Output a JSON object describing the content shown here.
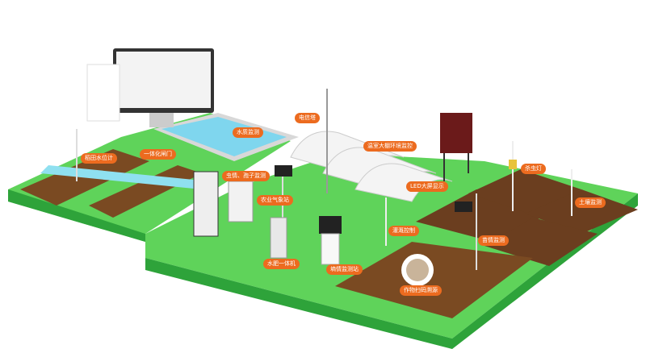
{
  "labels": {
    "paddy_water_level": "稻田水位计",
    "integrated_gate": "一体化闸门",
    "water_quality": "水质监测",
    "telecom_tower": "电信塔",
    "greenhouse_env": "温室大棚环境监控",
    "led_screen": "LED大屏显示",
    "pest_spore": "虫情、孢子监测",
    "weather_station": "农业气象站",
    "water_fertilizer": "水肥一体机",
    "disaster_station": "墒情监测站",
    "irrigation": "灌溉控制",
    "seedling": "苗情监测",
    "insect_lamp": "杀虫灯",
    "soil": "土壤监测",
    "traceability": "作物扫码溯源"
  },
  "colors": {
    "grass": "#5fd35a",
    "grass_side": "#2ea33a",
    "soil": "#6b3e1f",
    "water": "#7fd6ee",
    "label": "#ec6b1f"
  }
}
